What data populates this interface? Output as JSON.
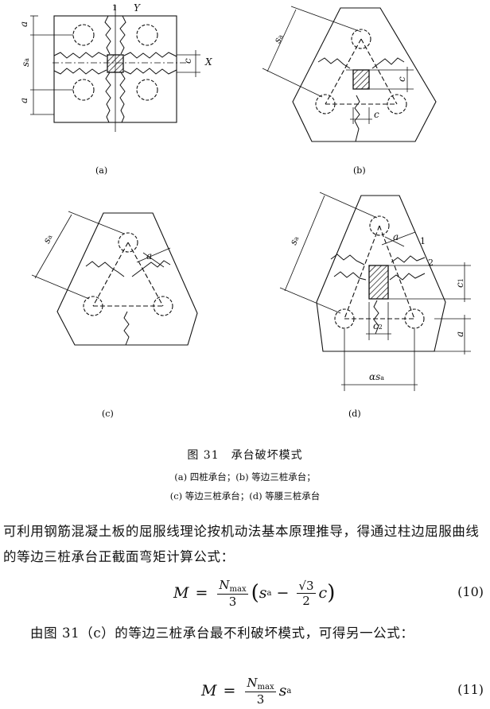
{
  "figure": {
    "panel_labels": [
      "(a)",
      "(b)",
      "(c)",
      "(d)"
    ],
    "title": "图 31　承台破坏模式",
    "subcaption_line1": "(a) 四桩承台；(b) 等边三桩承台；",
    "subcaption_line2": "(c) 等边三桩承台；(d) 等腰三桩承台",
    "dim_a": "a",
    "dim_sa": "s",
    "dim_sa_sub": "a",
    "dim_c": "c",
    "dim_c1": "c",
    "dim_c1_sub": "1",
    "dim_c2": "c",
    "dim_c2_sub": "2",
    "dim_alpha_sa": "αs",
    "dim_alpha_sa_sub": "a",
    "axis_x": "X",
    "axis_y": "Y",
    "line_1": "1",
    "line_2": "2"
  },
  "text": {
    "para1": "可利用钢筋混凝土板的屈服线理论按机动法基本原理推导，得通过柱边屈服曲线的等边三桩承台正截面弯矩计算公式：",
    "para2": "由图 31（c）的等边三桩承台最不利破坏模式，可得另一公式："
  },
  "equations": {
    "eq10": {
      "lhs": "M",
      "eq": "=",
      "num": "N",
      "num_sub": "max",
      "den": "3",
      "s": "s",
      "s_sub": "a",
      "minus": "−",
      "sqrt_num": "√3",
      "sqrt_den": "2",
      "c": "c",
      "label": "(10)"
    },
    "eq11": {
      "lhs": "M",
      "eq": "=",
      "num": "N",
      "num_sub": "max",
      "den": "3",
      "s": "s",
      "s_sub": "a",
      "label": "(11)"
    }
  }
}
